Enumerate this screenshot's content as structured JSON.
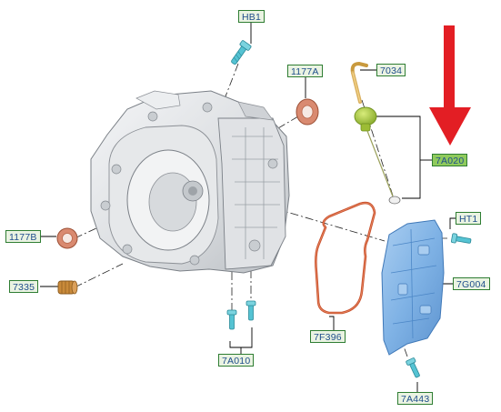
{
  "diagram": {
    "callouts": {
      "hb1": "HB1",
      "c1177a": "1177A",
      "c7034": "7034",
      "c7a020": "7A020",
      "ht1": "HT1",
      "c1177b": "1177B",
      "c7g004": "7G004",
      "c7335": "7335",
      "c7f396": "7F396",
      "c7a010": "7A010",
      "c7a443": "7A443"
    },
    "colors": {
      "callout_border": "#2e7d32",
      "callout_text": "#1f4e8c",
      "callout_fill": "#eaf3e2",
      "callout_highlight": "#8fca5c",
      "leader_line": "#000000",
      "arrow": "#e31e24",
      "valve_body": "#7fb2e5",
      "gasket": "#c8502c",
      "bolt": "#55c3d3",
      "seal": "#d98a70",
      "filter": "#a8c83a"
    },
    "icons": [
      "bolt-icon",
      "seal-ring-icon",
      "gasket-icon",
      "valve-body-icon",
      "filter-icon",
      "dipstick-tube-icon",
      "plug-icon",
      "indicator-arrow-icon"
    ]
  }
}
